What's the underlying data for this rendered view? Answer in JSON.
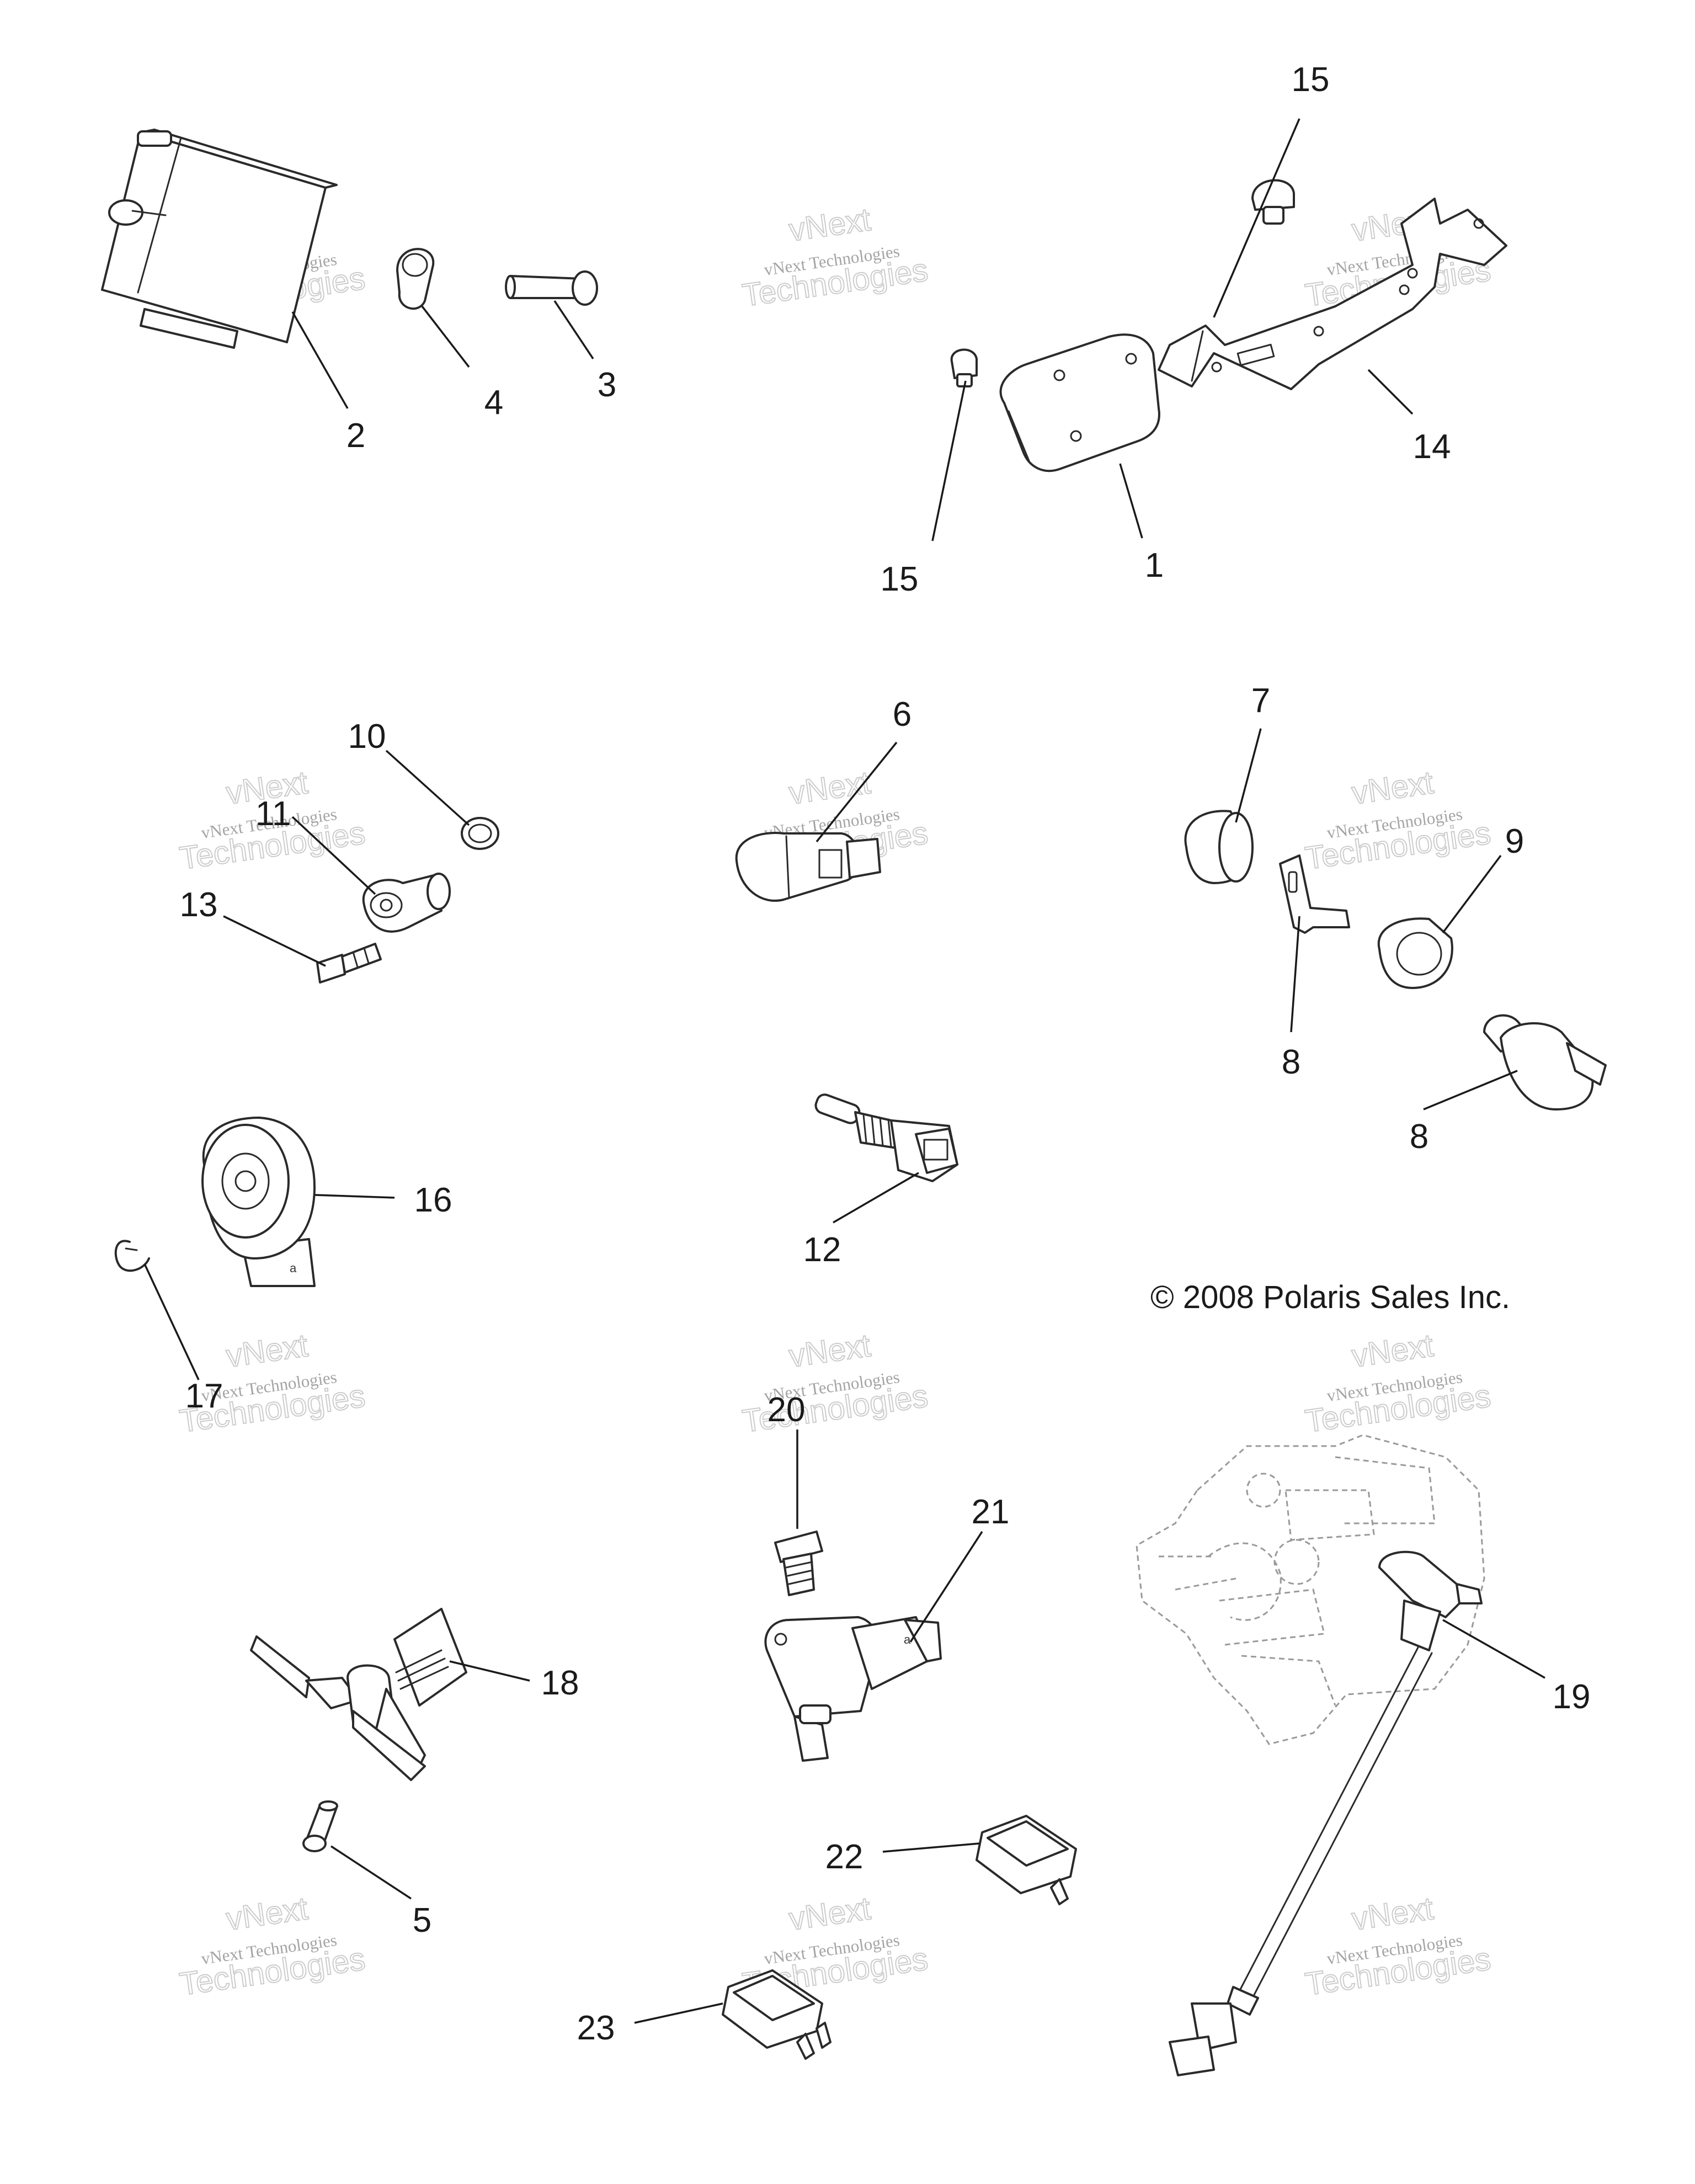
{
  "copyright": "© 2008 Polaris Sales Inc.",
  "watermark": {
    "line1": "vNext Technologies",
    "line2": "vNext",
    "line3": "Technologies"
  },
  "callouts": {
    "c1": "1",
    "c2": "2",
    "c3": "3",
    "c4": "4",
    "c5": "5",
    "c6": "6",
    "c7": "7",
    "c8a": "8",
    "c8b": "8",
    "c9": "9",
    "c10": "10",
    "c11": "11",
    "c12": "12",
    "c13": "13",
    "c14": "14",
    "c15a": "15",
    "c15b": "15",
    "c16": "16",
    "c17": "17",
    "c18": "18",
    "c19": "19",
    "c20": "20",
    "c21": "21",
    "c22": "22",
    "c23": "23"
  }
}
